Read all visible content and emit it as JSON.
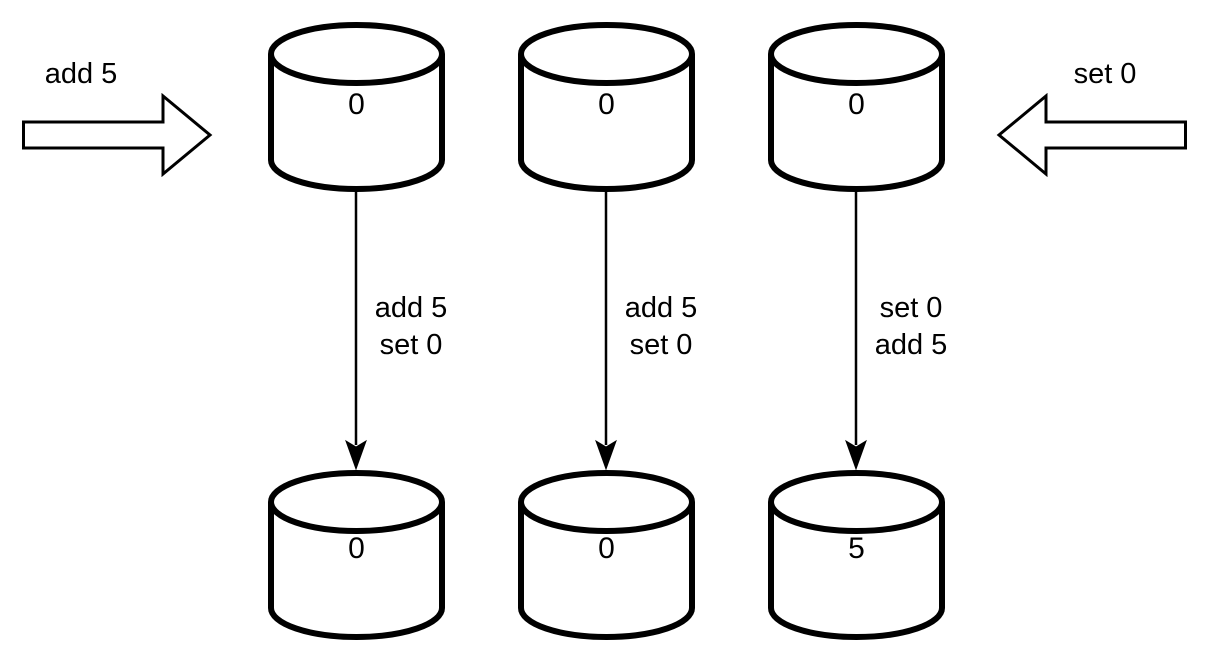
{
  "diagram": {
    "background": "#ffffff",
    "stroke_color": "#000000",
    "incoming_operations": {
      "left": {
        "label": "add 5",
        "direction": "right"
      },
      "right": {
        "label": "set 0",
        "direction": "left"
      }
    },
    "replicas_before": [
      {
        "value": "0"
      },
      {
        "value": "0"
      },
      {
        "value": "0"
      }
    ],
    "transitions": [
      {
        "line1": "add 5",
        "line2": "set 0"
      },
      {
        "line1": "add 5",
        "line2": "set 0"
      },
      {
        "line1": "set 0",
        "line2": "add 5"
      }
    ],
    "replicas_after": [
      {
        "value": "0"
      },
      {
        "value": "0"
      },
      {
        "value": "5"
      }
    ]
  }
}
